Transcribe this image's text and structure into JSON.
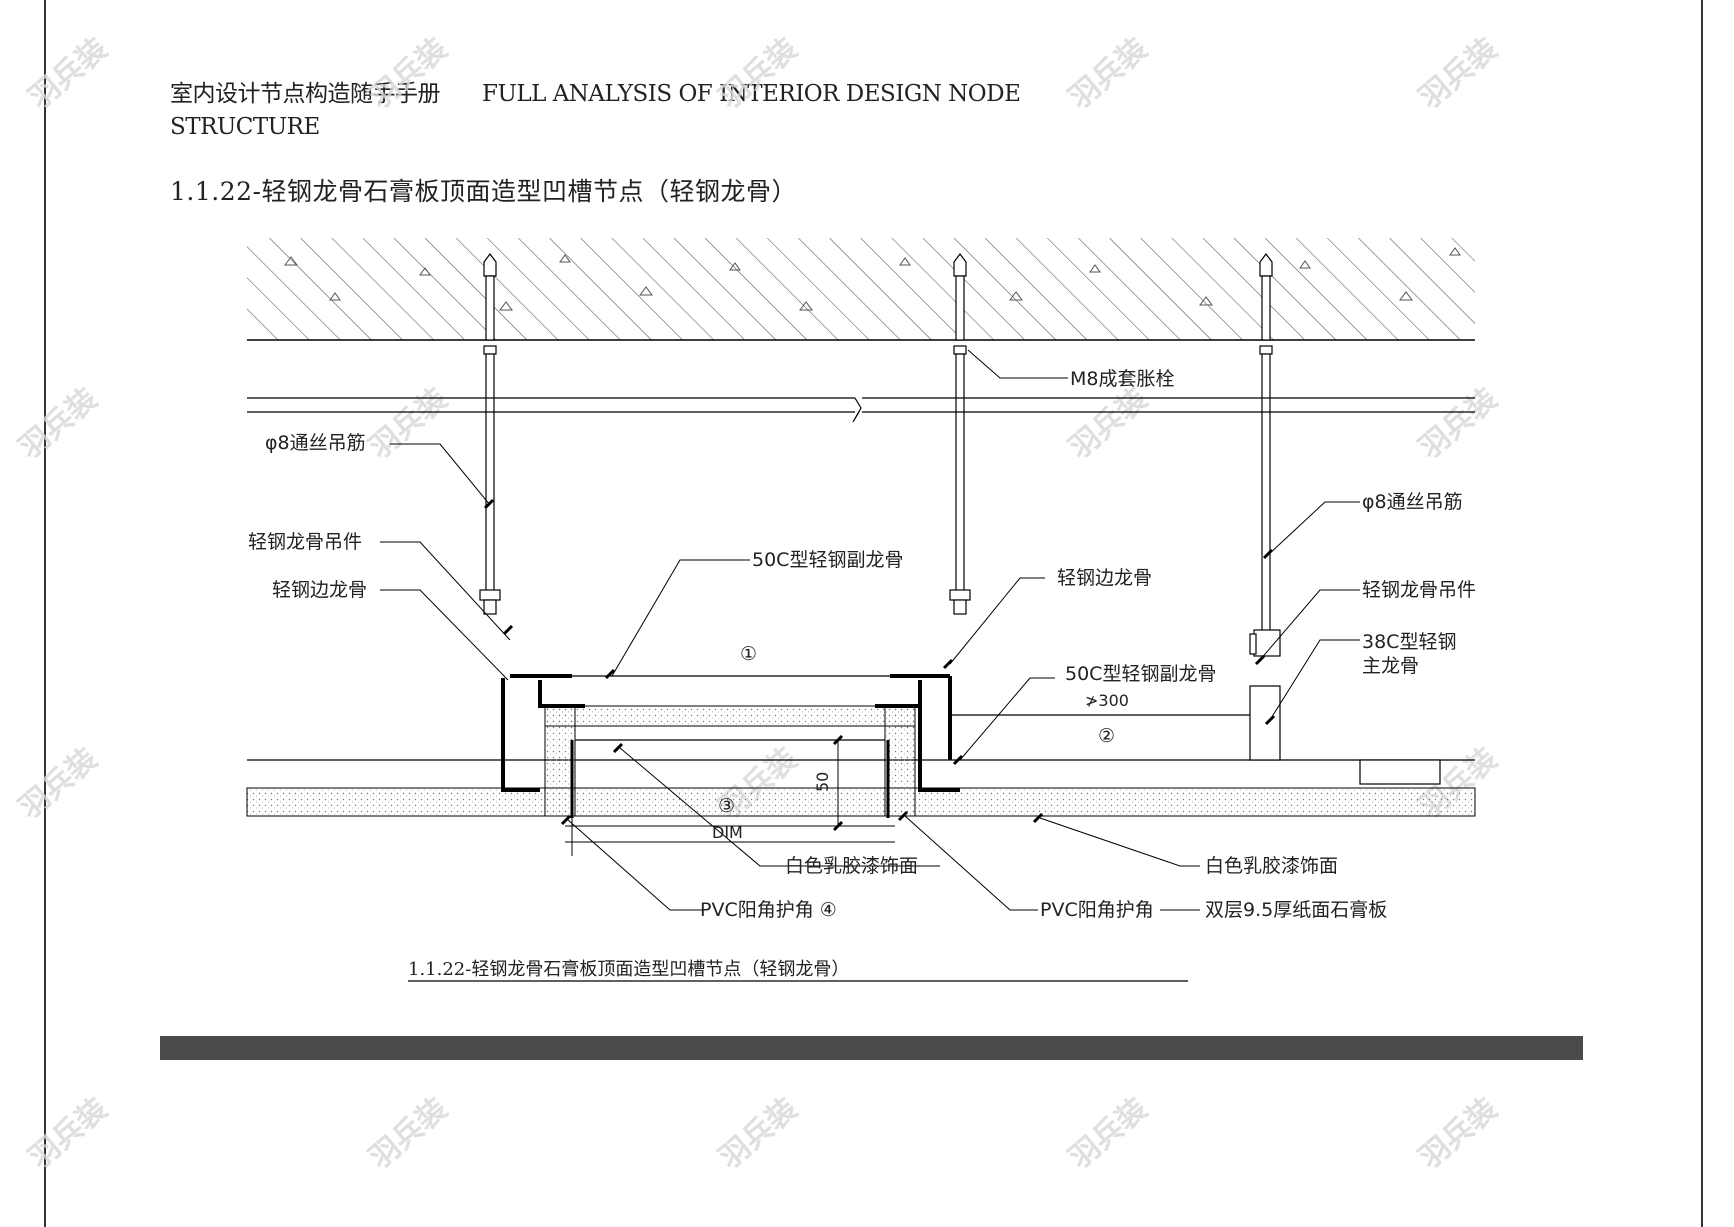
{
  "header": {
    "title_cn": "室内设计节点构造随手手册",
    "title_en_line1": "FULL ANALYSIS OF INTERIOR DESIGN NODE",
    "title_en_line2": "STRUCTURE"
  },
  "section_title": "1.1.22-轻钢龙骨石膏板顶面造型凹槽节点（轻钢龙骨）",
  "diagram": {
    "labels": {
      "anchor_bolt": "M8成套胀栓",
      "hanger_rod_left": "φ8通丝吊筋",
      "hanger_rod_right": "φ8通丝吊筋",
      "hanger_left": "轻钢龙骨吊件",
      "hanger_right": "轻钢龙骨吊件",
      "edge_keel_left": "轻钢边龙骨",
      "edge_keel_right": "轻钢边龙骨",
      "sub_keel_top": "50C型轻钢副龙骨",
      "sub_keel_right": "50C型轻钢副龙骨",
      "main_keel_line1": "38C型轻钢",
      "main_keel_line2": "主龙骨",
      "spacing": "≯300",
      "marker_1": "①",
      "marker_2": "②",
      "marker_3": "③",
      "dim_50": "50",
      "dim_text": "DIM",
      "latex_center": "白色乳胶漆饰面",
      "latex_right": "白色乳胶漆饰面",
      "pvc_left": "PVC阳角护角 ④",
      "pvc_right": "PVC阳角护角",
      "gypsum": "双层9.5厚纸面石膏板"
    },
    "caption": "1.1.22-轻钢龙骨石膏板顶面造型凹槽节点（轻钢龙骨）"
  }
}
